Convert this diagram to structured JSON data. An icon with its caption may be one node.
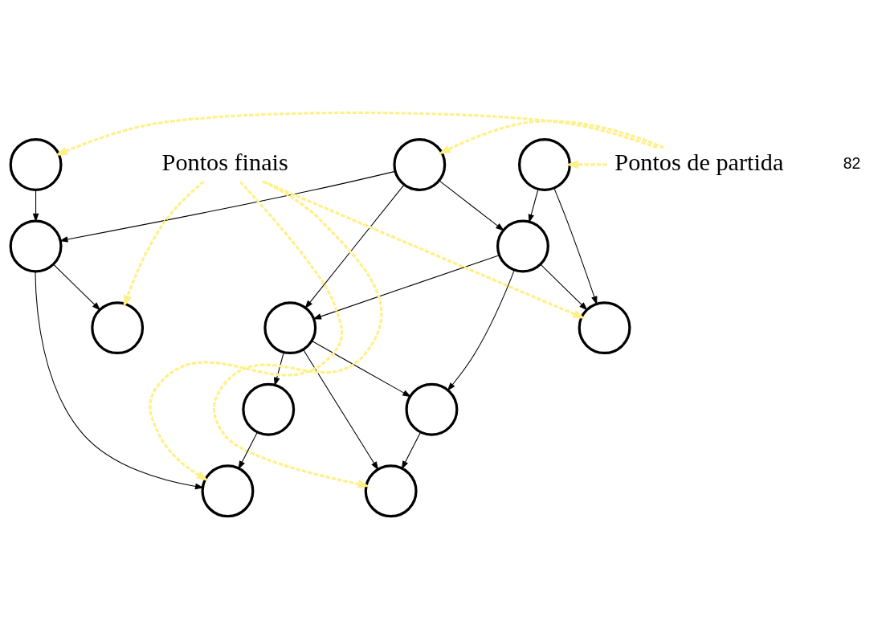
{
  "diagram": {
    "nodes": [
      {
        "text": [],
        "shape": "circle"
      },
      {
        "text": [],
        "shape": "circle"
      },
      {
        "text": [],
        "shape": "circle"
      },
      {
        "text": [
          "Pontos de partida"
        ]
      },
      {
        "text": [],
        "shape": "circle"
      },
      {
        "text": [],
        "shape": "circle"
      },
      {
        "text": [],
        "shape": "circle"
      },
      {
        "text": [],
        "shape": "circle"
      },
      {
        "text": [],
        "shape": "circle"
      },
      {
        "text": [
          "Pontos finais"
        ]
      },
      {
        "text": [],
        "shape": "circle"
      },
      {
        "text": [],
        "shape": "circle"
      },
      {
        "text": [],
        "shape": "circle"
      },
      {
        "text": [],
        "shape": "circle"
      }
    ],
    "edges": [
      {
        "from": 0,
        "to": 4,
        "arrow": "to"
      },
      {
        "from": 1,
        "to": 4,
        "arrow": "to"
      },
      {
        "from": 1,
        "to": 7,
        "arrow": "to"
      },
      {
        "from": 1,
        "to": 5,
        "arrow": "to"
      },
      {
        "from": 2,
        "to": 5,
        "arrow": "to"
      },
      {
        "from": 2,
        "to": 8,
        "arrow": "to"
      },
      {
        "from": 4,
        "to": 6,
        "arrow": "to"
      },
      {
        "from": 4,
        "to": 12,
        "arrow": "to"
      },
      {
        "from": 5,
        "to": 7,
        "arrow": "to"
      },
      {
        "from": 5,
        "to": 11,
        "arrow": "to"
      },
      {
        "from": 5,
        "to": 8,
        "arrow": "to"
      },
      {
        "from": 7,
        "to": 10,
        "arrow": "to"
      },
      {
        "from": 7,
        "to": 13,
        "arrow": "to"
      },
      {
        "from": 7,
        "to": 11,
        "arrow": "to"
      },
      {
        "from": 10,
        "to": 12,
        "arrow": "to"
      },
      {
        "from": 11,
        "to": 13,
        "arrow": "to"
      },
      {
        "from": 3,
        "to": 0,
        "arrow": "to",
        "style": "dashed",
        "color": "#fff08a"
      },
      {
        "from": 3,
        "to": 1,
        "arrow": "to",
        "style": "dashed",
        "color": "#fff08a"
      },
      {
        "from": 3,
        "to": 2,
        "arrow": "to",
        "style": "dashed",
        "color": "#fff08a"
      },
      {
        "from": 9,
        "to": 6,
        "arrow": "to",
        "style": "dashed",
        "color": "#fff08a"
      },
      {
        "from": 9,
        "to": 12,
        "arrow": "to",
        "style": "dashed",
        "color": "#fff08a"
      },
      {
        "from": 9,
        "to": 13,
        "arrow": "to",
        "style": "dashed",
        "color": "#fff08a"
      },
      {
        "from": 9,
        "to": 8,
        "arrow": "to",
        "style": "dashed",
        "color": "#fff08a"
      }
    ],
    "labels": [
      "82"
    ]
  }
}
